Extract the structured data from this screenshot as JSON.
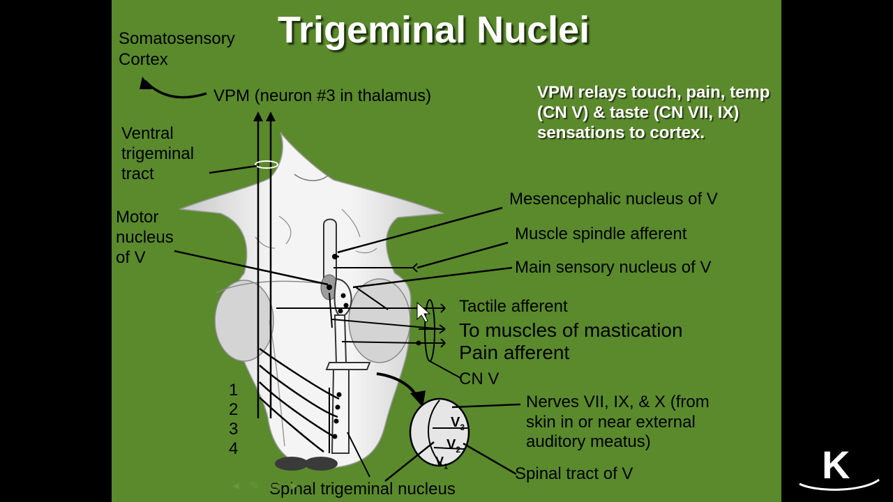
{
  "slide": {
    "title": "Trigeminal Nuclei",
    "note": "VPM relays touch, pain, temp (CN V) & taste (CN VII, IX) sensations to cortex."
  },
  "labels": {
    "somatosensory": "Somatosensory",
    "cortex": "Cortex",
    "vpm": "VPM (neuron #3 in thalamus)",
    "ventral_1": "Ventral",
    "ventral_2": "trigeminal",
    "ventral_3": "tract",
    "motor_1": "Motor",
    "motor_2": "nucleus",
    "motor_3": "of V",
    "mesencephalic": "Mesencephalic nucleus of V",
    "muscle_spindle": "Muscle spindle afferent",
    "main_sensory": "Main sensory nucleus of V",
    "tactile": "Tactile afferent",
    "mastication": "To muscles of mastication",
    "pain": "Pain afferent",
    "cn_v": "CN V",
    "nerves_1": "Nerves VII, IX, & X (from",
    "nerves_2": "skin in or near external",
    "nerves_3": "auditory meatus)",
    "spinal_tract": "Spinal tract of V",
    "spinal_nucleus": "Spinal trigeminal nucleus",
    "v3": "V",
    "v3_sub": "3",
    "v2": "V",
    "v2_sub": "2",
    "v1": "V",
    "v1_sub": "1"
  },
  "levels": [
    "1",
    "2",
    "3",
    "4"
  ],
  "logo": {
    "letter": "K"
  },
  "colors": {
    "background": "#5a8a2c",
    "brainstem": "#e3e3e3",
    "title": "#ffffff"
  }
}
